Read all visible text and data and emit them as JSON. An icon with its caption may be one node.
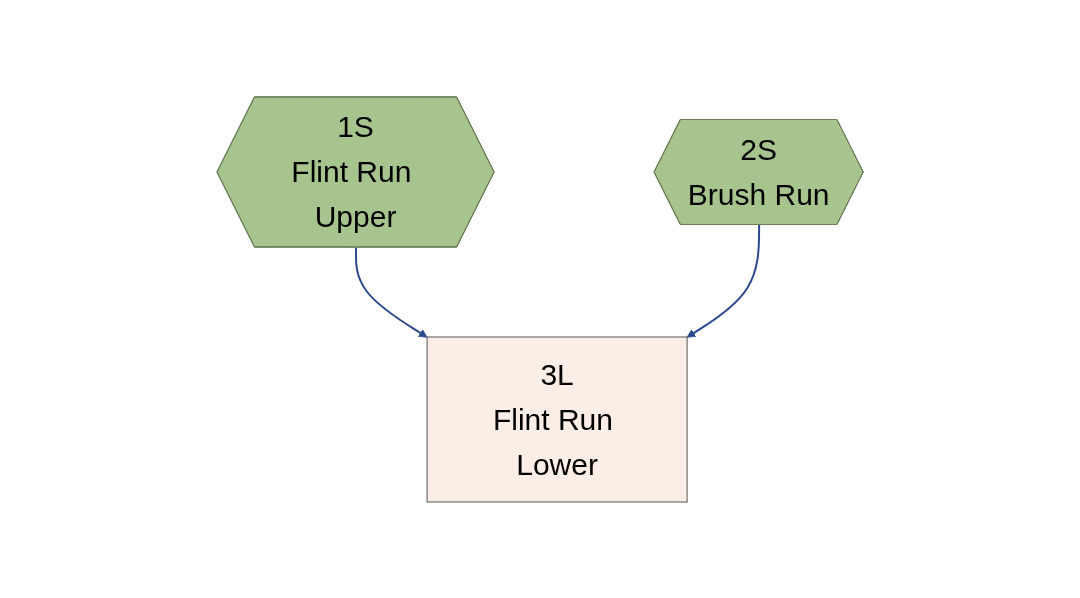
{
  "diagram": {
    "nodes": [
      {
        "text": [
          "1S",
          "Flint Run Upper"
        ]
      },
      {
        "text": [
          "2S",
          "Brush Run"
        ]
      },
      {
        "text": [
          "3L",
          "Flint Run Lower"
        ]
      }
    ],
    "edges": [
      {
        "from": 0,
        "to": 2,
        "arrow": "to"
      },
      {
        "from": 1,
        "to": 2,
        "arrow": "to"
      }
    ]
  }
}
